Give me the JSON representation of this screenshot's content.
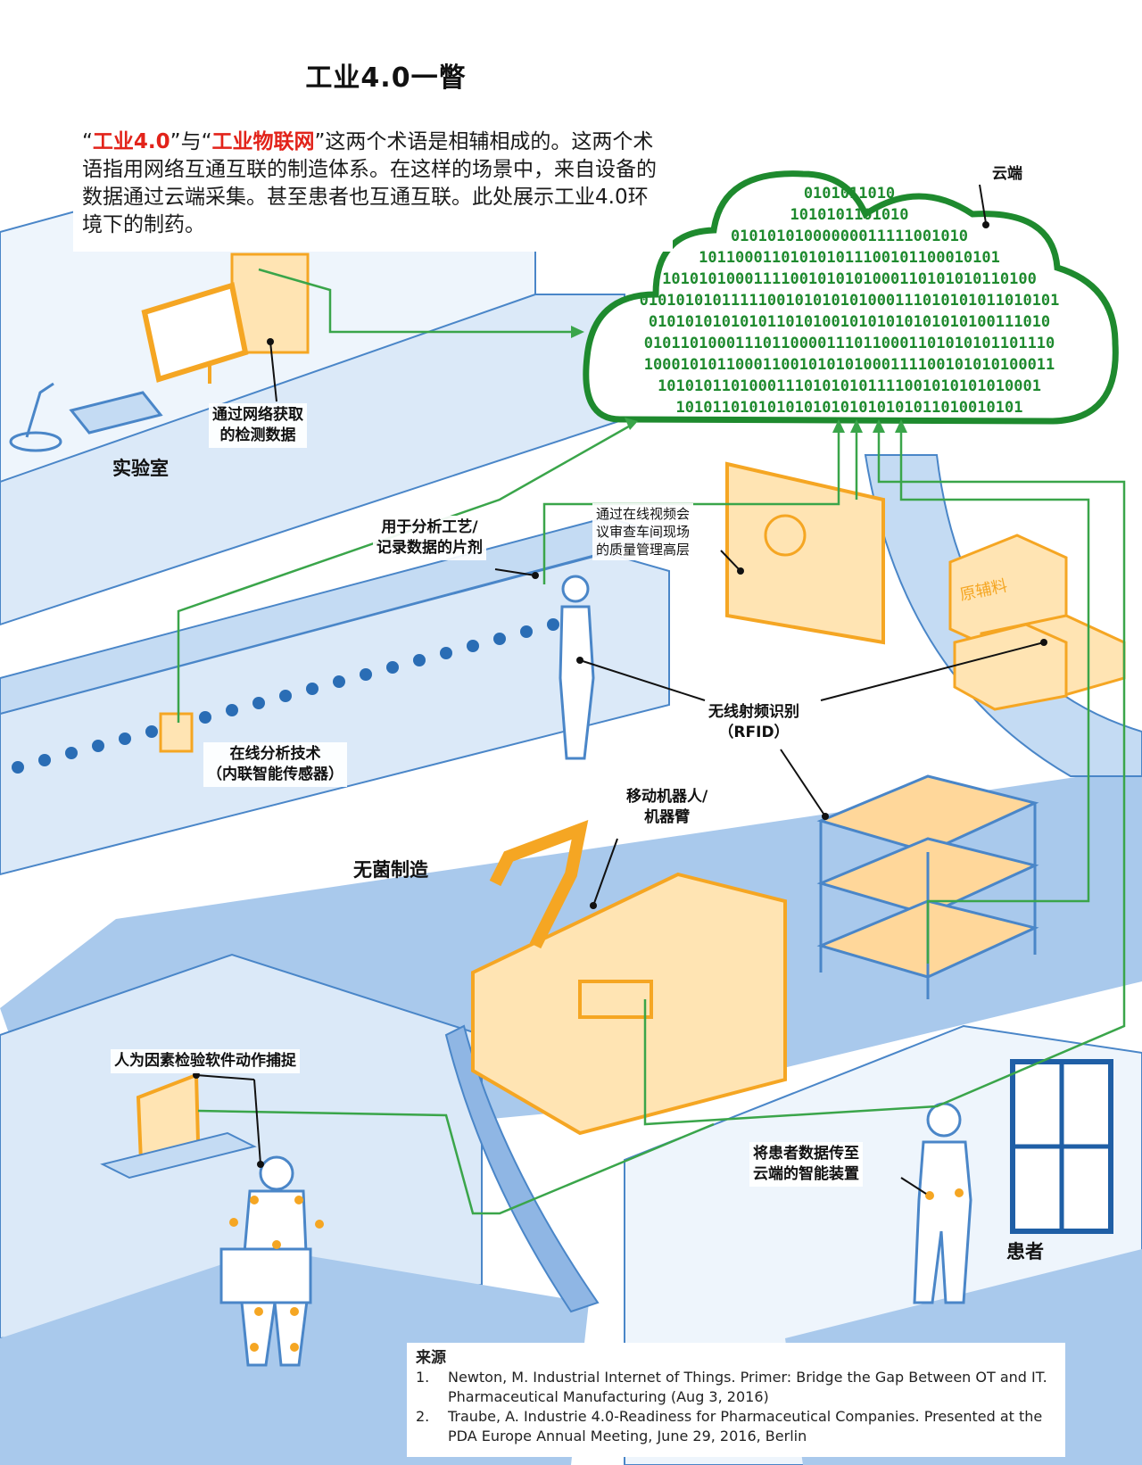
{
  "title": "工业4.0一瞥",
  "intro": {
    "q1": "“",
    "term1": "工业4.0",
    "mid": "”与“",
    "term2": "工业物联网",
    "rest": "”这两个术语是相辅相成的。这两个术语指用网络互通互联的制造体系。在这样的场景中，来自设备的数据通过云端采集。甚至患者也互通互联。此处展示工业4.0环境下的制药。"
  },
  "labels": {
    "cloud": "云端",
    "lab_data": [
      "通过网络获取",
      "的检测数据"
    ],
    "lab": "实验室",
    "tablet": [
      "用于分析工艺/",
      "记录数据的片剂"
    ],
    "video": [
      "通过在线视频会",
      "议审查车间现场",
      "的质量管理高层"
    ],
    "rfid": [
      "无线射频识别",
      "（RFID）"
    ],
    "inline": [
      "在线分析技术",
      "（内联智能传感器）"
    ],
    "robot": [
      "移动机器人/",
      "机器臂"
    ],
    "aseptic": "无菌制造",
    "motion": "人为因素检验软件动作捕捉",
    "device": [
      "将患者数据传至",
      "云端的智能装置"
    ],
    "patient": "患者",
    "raw_material": "原辅料"
  },
  "cloud_binary": [
    "0101011010",
    "1010101101010",
    "01010101000000011111001010",
    "101100011010101011100101100010101",
    "10101010001111001010101000110101010110100",
    "0101010101111100101010101000111010101011010101",
    "01010101010101101010010101010101010100111010",
    "010110100011101100001110110001101010101101110",
    "100010101100011001010101000111100101010100011",
    "101010110100011101010101111001010101010001",
    "10101101010101010101010101011010010101"
  ],
  "sources": {
    "heading": "来源",
    "refs": [
      {
        "num": "1.",
        "text": "Newton, M. Industrial Internet of Things. Primer: Bridge the Gap Between OT and IT. Pharmaceutical Manufacturing (Aug 3, 2016)"
      },
      {
        "num": "2.",
        "text": "Traube, A. Industrie 4.0-Readiness for Pharmaceutical Companies. Presented at the PDA Europe Annual Meeting, June 29, 2016, Berlin"
      }
    ]
  },
  "colors": {
    "cloud_green": "#1e8a2e",
    "link_green": "#3aa54a",
    "floor_blue": "#a9c9ec",
    "wall_blue": "#dbe9f8",
    "line_blue": "#4a86c8",
    "accent_orange": "#f5a623",
    "highlight_red": "#e2231a"
  }
}
